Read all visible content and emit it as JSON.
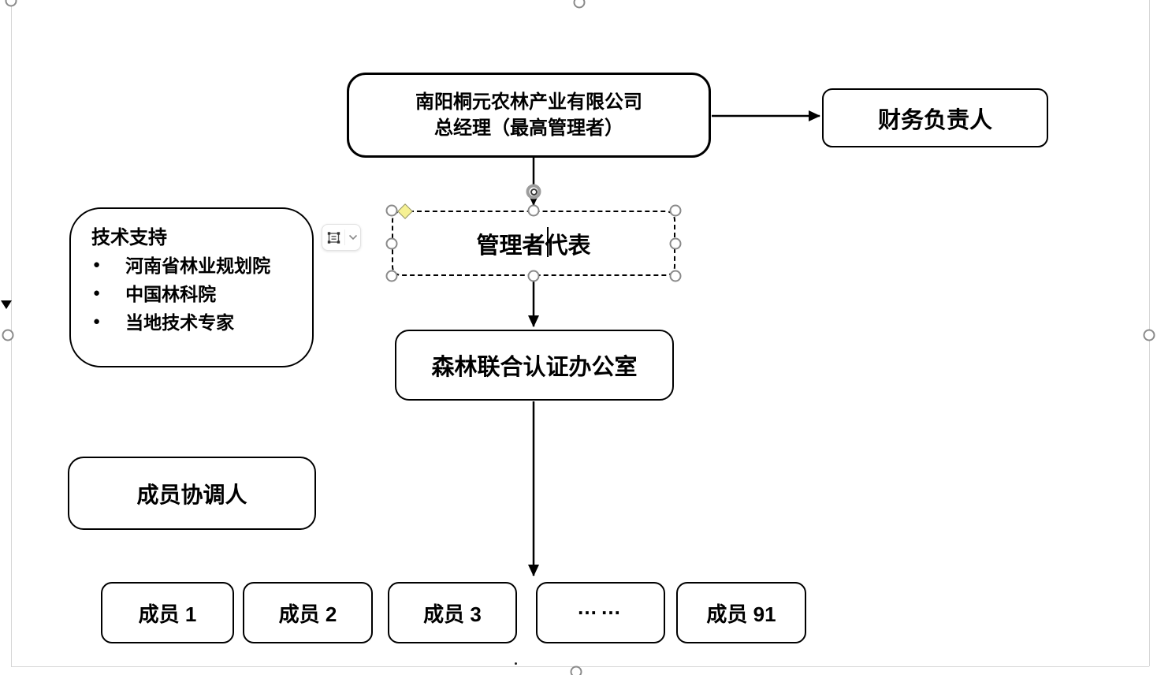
{
  "org_chart": {
    "general_manager": {
      "line1": "南阳桐元农林产业有限公司",
      "line2": "总经理（最高管理者）"
    },
    "finance_head": "财务负责人",
    "manager_representative": "管理者代表",
    "tech_support": {
      "title": "技术支持",
      "bullet": "●",
      "items": [
        "河南省林业规划院",
        "中国林科院",
        "当地技术专家"
      ]
    },
    "cert_office": "森林联合认证办公室",
    "member_coordinator": "成员协调人",
    "members": [
      "成员 1",
      "成员 2",
      "成员 3",
      "……",
      "成员 91"
    ]
  },
  "icons": {
    "shape_options": "text-frame-icon",
    "dropdown": "chevron-down-icon",
    "rotate": "rotate-handle-icon",
    "bullet_glyph": "●"
  },
  "colors": {
    "shape_border": "#000000",
    "text": "#000000",
    "selection_handle_border": "#8a8a8a",
    "adjust_handle_fill": "#f6f193",
    "canvas_edge": "#d6d6d6",
    "arrow": "#000000"
  }
}
